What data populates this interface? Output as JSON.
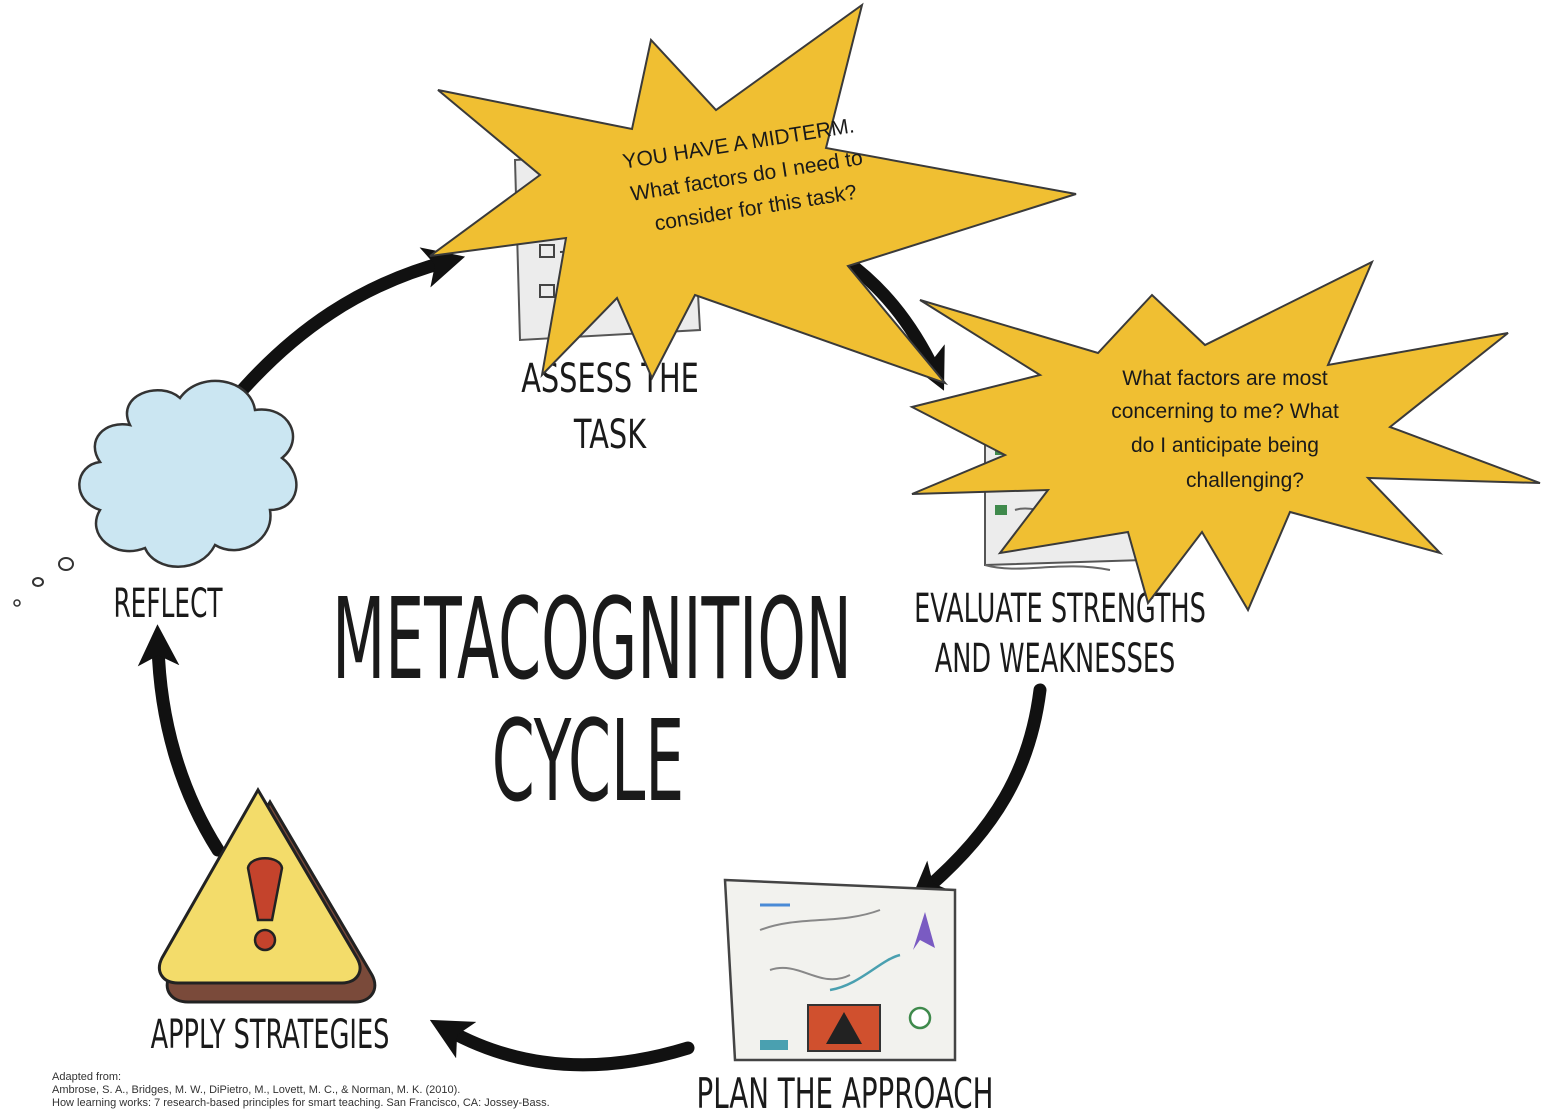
{
  "title": {
    "line1": "METACOGNITION",
    "line2": "CYCLE"
  },
  "stages": {
    "assess": {
      "line1": "ASSESS THE",
      "line2": "TASK"
    },
    "evaluate": {
      "line1": "EVALUATE STRENGTHS",
      "line2": "AND WEAKNESSES"
    },
    "plan": {
      "label": "PLAN THE APPROACH"
    },
    "apply": {
      "label": "APPLY STRATEGIES"
    },
    "reflect": {
      "label": "REFLECT"
    }
  },
  "callouts": {
    "midterm": {
      "line1": "YOU HAVE A MIDTERM.",
      "line2": "What factors do I need to",
      "line3": "consider for this task?"
    },
    "concerns": {
      "line1": "What factors are most",
      "line2": "concerning to me? What",
      "line3": "do I anticipate being",
      "line4": "challenging?"
    }
  },
  "citation": {
    "line1": "Adapted from:",
    "line2": "Ambrose, S. A., Bridges, M. W., DiPietro, M., Lovett, M. C., & Norman, M. K. (2010).",
    "line3": "How learning works: 7 research-based principles for smart teaching. San Francisco, CA: Jossey-Bass."
  },
  "colors": {
    "burst_fill": "#f0bf32",
    "burst_stroke": "#3a3a3a",
    "cloud_fill": "#cbe6f2",
    "warning_fill": "#f3dc6a",
    "warning_shadow": "#7a4a3a",
    "warning_mark": "#c4432c",
    "arrow": "#111111"
  },
  "icons": [
    "cloud-icon",
    "checklist-icon",
    "warning-icon",
    "plan-board-icon"
  ]
}
